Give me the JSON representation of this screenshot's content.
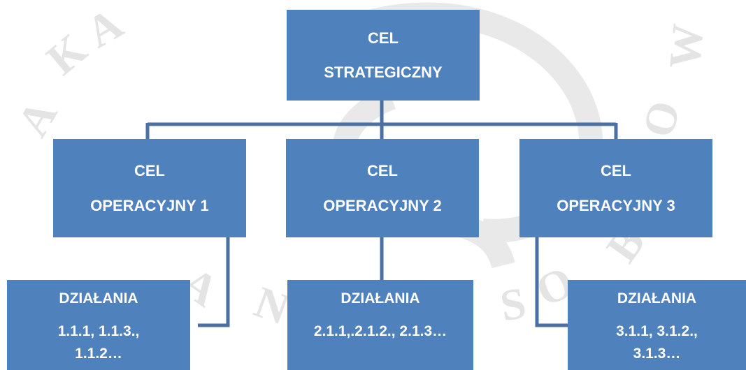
{
  "diagram": {
    "root": {
      "line1": "CEL",
      "line2": "STRATEGICZNY"
    },
    "operational": [
      {
        "line1": "CEL",
        "line2": "OPERACYJNY 1"
      },
      {
        "line1": "CEL",
        "line2": "OPERACYJNY 2"
      },
      {
        "line1": "CEL",
        "line2": "OPERACYJNY 3"
      }
    ],
    "actions": [
      {
        "title": "DZIAŁANIA",
        "text": "1.1.1, 1.1.3., 1.1.2…"
      },
      {
        "title": "DZIAŁANIA",
        "text": "2.1.1,.2.1.2., 2.1.3…"
      },
      {
        "title": "DZIAŁANIA",
        "text": "3.1.1, 3.1.2., 3.1.3…"
      }
    ]
  },
  "colors": {
    "box": "#4f81bd",
    "connector": "#4a70a4",
    "watermark": "#e6e6e6"
  }
}
